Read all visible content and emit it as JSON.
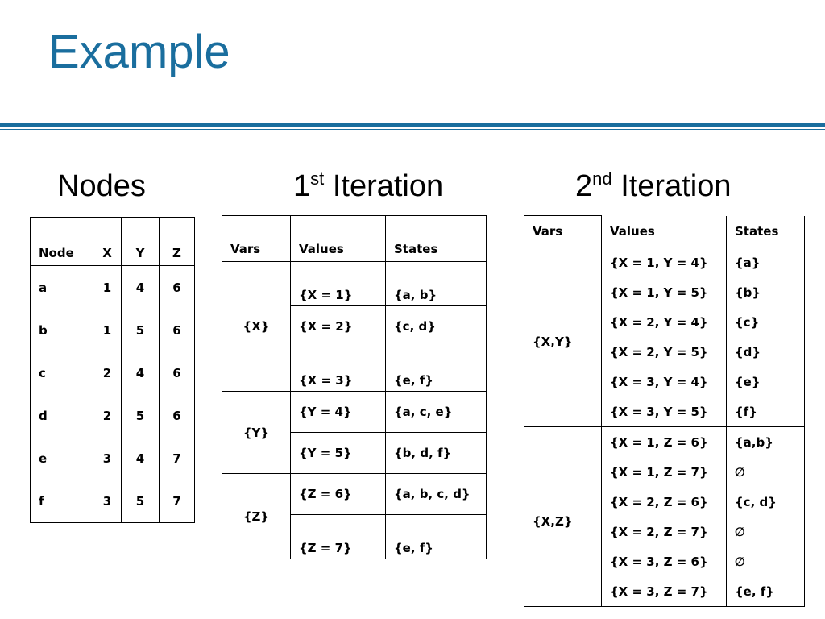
{
  "title": "Example",
  "headings": {
    "nodes": "Nodes",
    "iter1_num": "1",
    "iter1_sup": "st",
    "iter1_word": "Iteration",
    "iter2_num": "2",
    "iter2_sup": "nd",
    "iter2_word": "Iteration"
  },
  "nodes_table": {
    "headers": [
      "Node",
      "X",
      "Y",
      "Z"
    ],
    "rows": [
      [
        "a",
        "1",
        "4",
        "6"
      ],
      [
        "b",
        "1",
        "5",
        "6"
      ],
      [
        "c",
        "2",
        "4",
        "6"
      ],
      [
        "d",
        "2",
        "5",
        "6"
      ],
      [
        "e",
        "3",
        "4",
        "7"
      ],
      [
        "f",
        "3",
        "5",
        "7"
      ]
    ]
  },
  "iter1_table": {
    "headers": [
      "Vars",
      "Values",
      "States"
    ],
    "groups": [
      {
        "vars": "{X}",
        "rows": [
          [
            "{X = 1}",
            "{a, b}"
          ],
          [
            "{X = 2}",
            "{c, d}"
          ],
          [
            "{X = 3}",
            "{e, f}"
          ]
        ]
      },
      {
        "vars": "{Y}",
        "rows": [
          [
            "{Y = 4}",
            "{a, c, e}"
          ],
          [
            "{Y = 5}",
            "{b, d, f}"
          ]
        ]
      },
      {
        "vars": "{Z}",
        "rows": [
          [
            "{Z = 6}",
            "{a, b, c, d}"
          ],
          [
            "{Z = 7}",
            "{e, f}"
          ]
        ]
      }
    ]
  },
  "iter2_table": {
    "headers": [
      "Vars",
      "Values",
      "States"
    ],
    "groups": [
      {
        "vars": "{X,Y}",
        "rows": [
          [
            "{X = 1, Y = 4}",
            "{a}"
          ],
          [
            "{X = 1, Y = 5}",
            "{b}"
          ],
          [
            "{X = 2, Y = 4}",
            "{c}"
          ],
          [
            "{X = 2, Y = 5}",
            "{d}"
          ],
          [
            "{X = 3, Y = 4}",
            "{e}"
          ],
          [
            "{X = 3, Y = 5}",
            "{f}"
          ]
        ]
      },
      {
        "vars": "{X,Z}",
        "rows": [
          [
            "{X = 1, Z = 6}",
            "{a,b}"
          ],
          [
            "{X = 1, Z = 7}",
            "∅"
          ],
          [
            "{X = 2, Z = 6}",
            "{c, d}"
          ],
          [
            "{X = 2, Z = 7}",
            "∅"
          ],
          [
            "{X = 3, Z = 6}",
            "∅"
          ],
          [
            "{X = 3, Z = 7}",
            "{e, f}"
          ]
        ]
      }
    ]
  }
}
